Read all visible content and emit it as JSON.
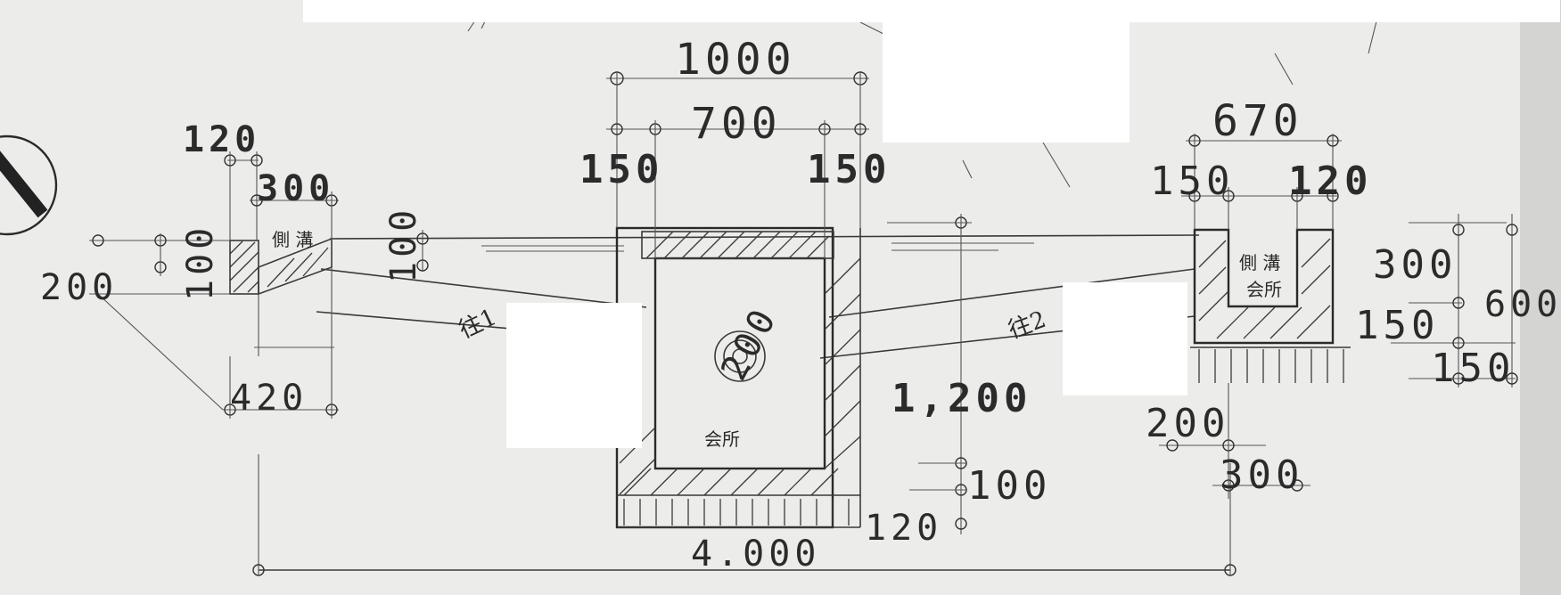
{
  "dimensions": {
    "left_gutter": {
      "top_120": "120",
      "top_300": "300",
      "width_420": "420",
      "left_200": "200",
      "vert_100": "100",
      "slope_100": "100"
    },
    "center_basin": {
      "outer_1000": "1000",
      "inner_700": "700",
      "wall_left_150": "150",
      "wall_right_150": "150",
      "depth_1200": "1,200",
      "base_100": "100",
      "base_120": "120",
      "center_200": "200"
    },
    "right_gutter": {
      "top_670": "670",
      "wall_150": "150",
      "wall_120": "120",
      "h_300": "300",
      "h_150a": "150",
      "h_150b": "150",
      "total_600": "600",
      "bottom_200": "200",
      "bottom_300": "300"
    },
    "overall_4000": "4.000"
  },
  "labels": {
    "left_gutter_name": "側 溝",
    "right_gutter_name": "側 溝",
    "center_basin_name": "会所",
    "right_basin_name": "会所",
    "slope_left": "往1",
    "slope_right": "往2"
  },
  "colors": {
    "paper": "#ececea",
    "ink": "#2b2b2b",
    "redaction": "#ffffff"
  }
}
